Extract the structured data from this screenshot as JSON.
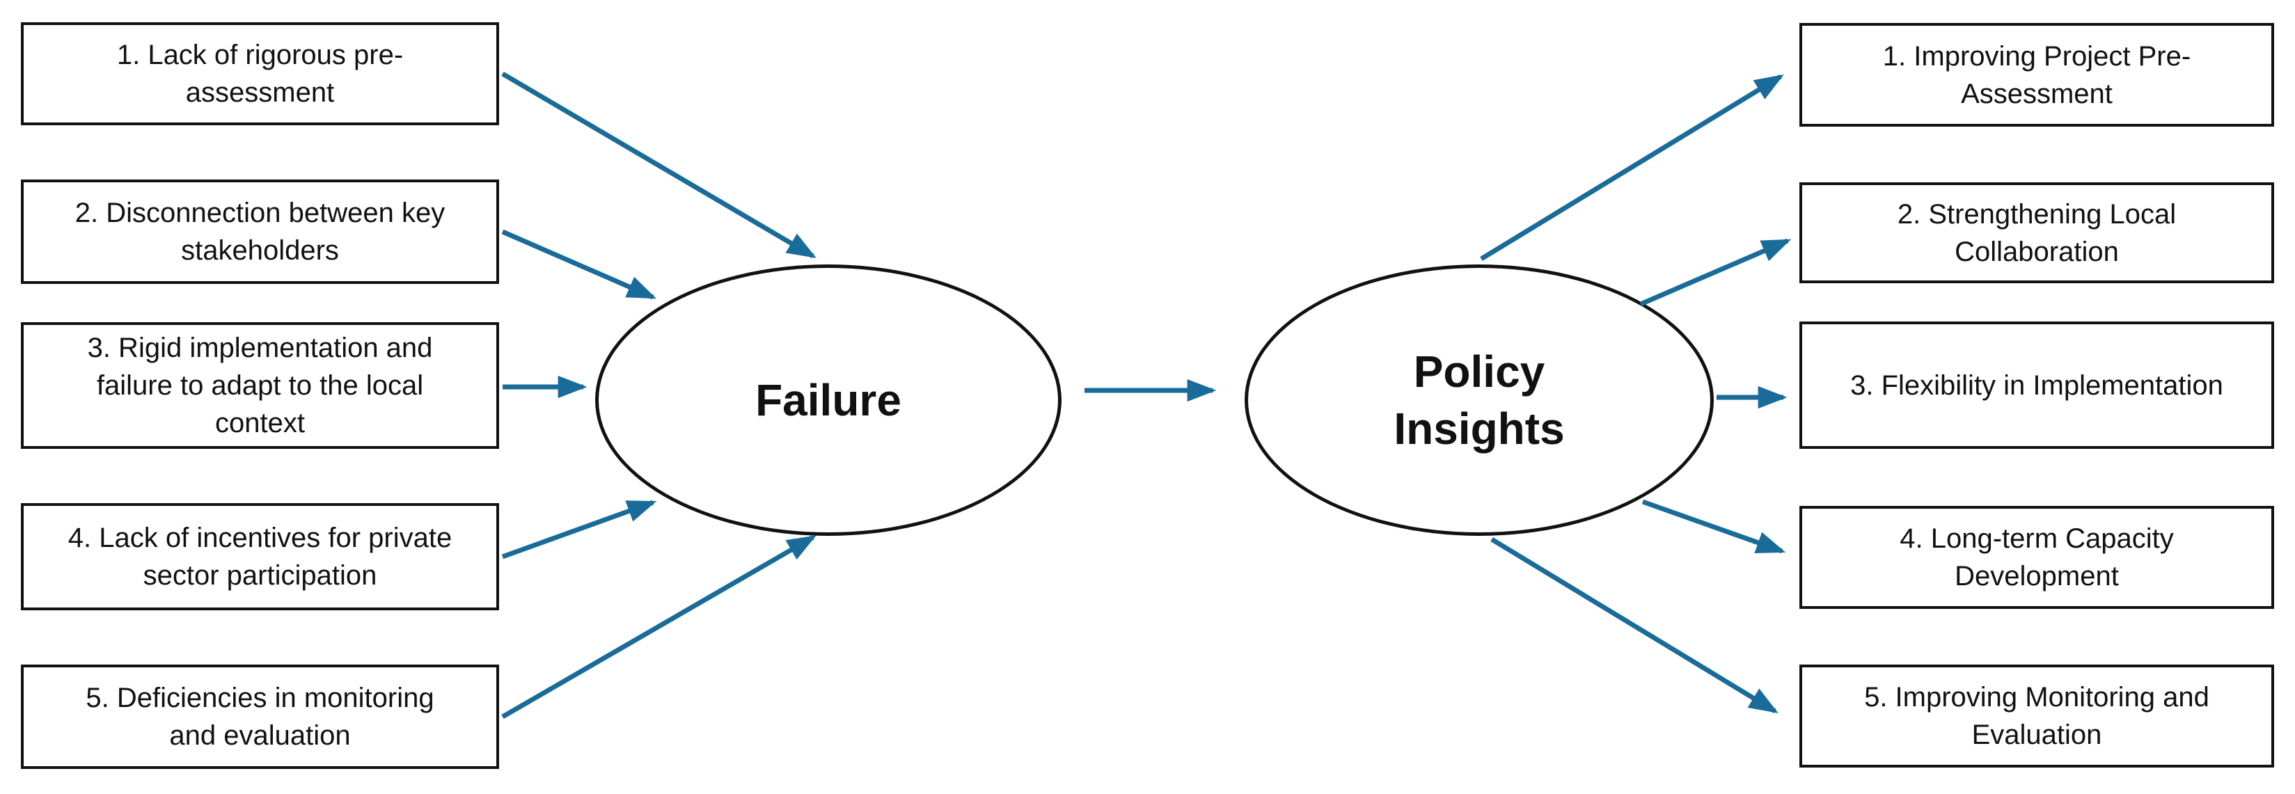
{
  "colors": {
    "background": "#ffffff",
    "arrow": "#196B99",
    "shape_border": "#111111",
    "text": "#111111"
  },
  "causes": [
    {
      "label": "1. Lack of rigorous pre-assessment"
    },
    {
      "label": "2. Disconnection between key stakeholders"
    },
    {
      "label": "3. Rigid implementation and failure to adapt to the local context"
    },
    {
      "label": "4. Lack of incentives for private sector participation"
    },
    {
      "label": "5. Deficiencies in monitoring and evaluation"
    }
  ],
  "nodes": {
    "failure_label": "Failure",
    "policy_label": "Policy\nInsights"
  },
  "insights": [
    {
      "label": "1. Improving Project Pre-Assessment"
    },
    {
      "label": "2. Strengthening Local Collaboration"
    },
    {
      "label": "3. Flexibility in Implementation"
    },
    {
      "label": "4. Long-term Capacity Development"
    },
    {
      "label": "5. Improving Monitoring and Evaluation"
    }
  ]
}
